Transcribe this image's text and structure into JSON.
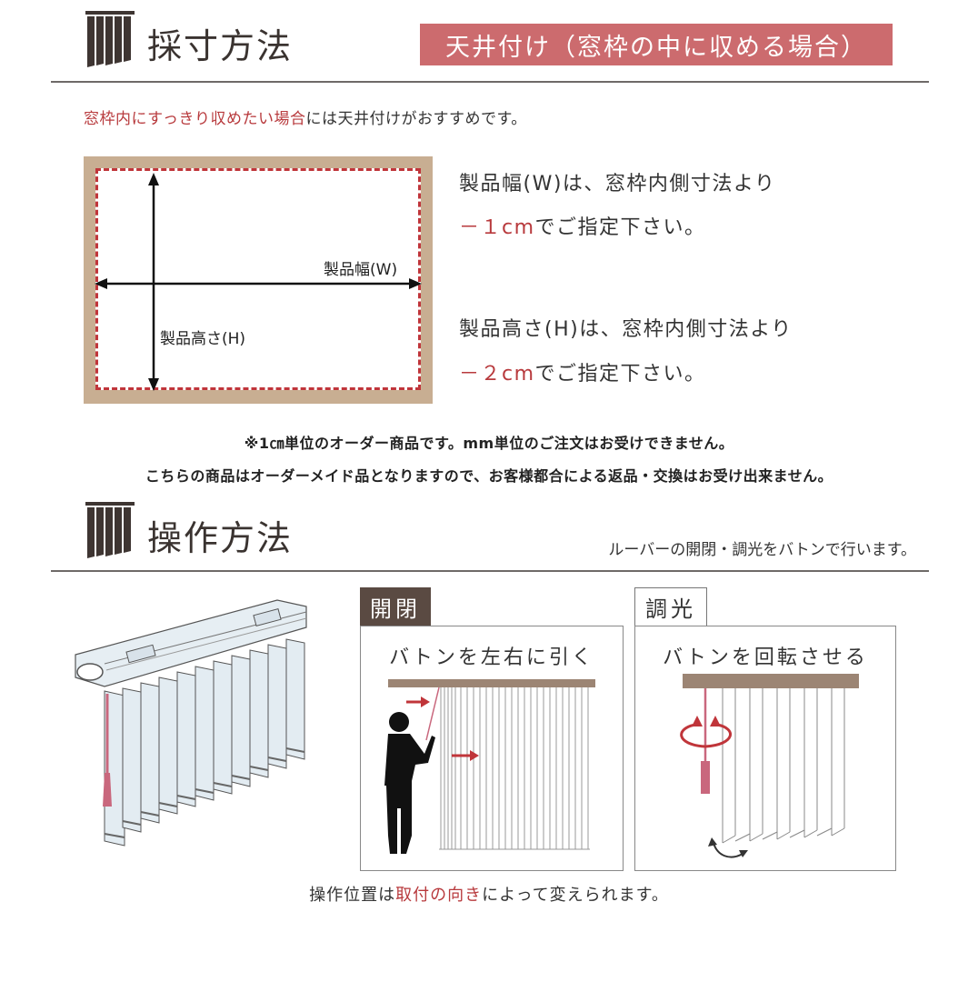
{
  "measure_section": {
    "icon": "vertical-blind-icon",
    "title": "採寸方法",
    "badge": "天井付け（窓枠の中に収める場合）",
    "intro_highlight": "窓枠内にすっきり収めたい場合",
    "intro_rest": "には天井付けがおすすめです。",
    "diagram": {
      "width_label": "製品幅(W)",
      "height_label": "製品高さ(H)",
      "frame_color": "#c8ae92",
      "dash_color": "#c0353a"
    },
    "width_spec": {
      "line1": "製品幅(W)は、窓枠内側寸法より",
      "value": "－１cm",
      "suffix": "でご指定下さい。"
    },
    "height_spec": {
      "line1": "製品高さ(H)は、窓枠内側寸法より",
      "value": "－２cm",
      "suffix": "でご指定下さい。"
    },
    "note1": "※1㎝単位のオーダー商品です。mm単位のご注文はお受けできません。",
    "note2": "こちらの商品はオーダーメイド品となりますので、お客様都合による返品・交換はお受け出来ません。"
  },
  "operation_section": {
    "icon": "vertical-blind-icon",
    "title": "操作方法",
    "subtitle": "ルーバーの開閉・調光をバトンで行います。",
    "panels": [
      {
        "tab": "開閉",
        "caption": "バトンを左右に引く"
      },
      {
        "tab": "調光",
        "caption": "バトンを回転させる"
      }
    ],
    "footer_prefix": "操作位置は",
    "footer_highlight": "取付の向き",
    "footer_suffix": "によって変えられます。"
  },
  "colors": {
    "accent_red": "#b83a3d",
    "badge_bg": "#cc6b6e",
    "icon_dark": "#3e3532",
    "tab_dark": "#5a4a42",
    "rail_brown": "#9c8574"
  }
}
